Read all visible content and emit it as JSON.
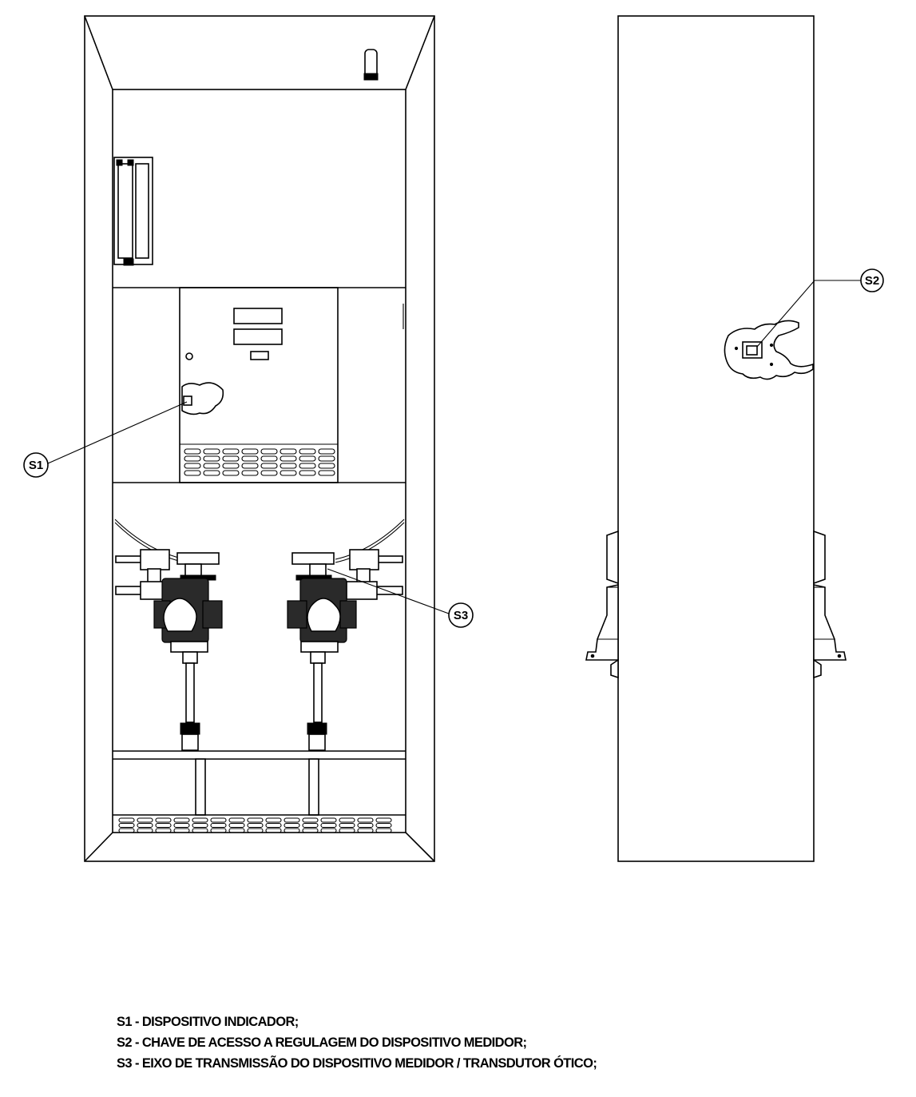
{
  "callouts": {
    "s1": "S1",
    "s2": "S2",
    "s3": "S3"
  },
  "legend": [
    {
      "text": "S1 - DISPOSITIVO INDICADOR;"
    },
    {
      "text": "S2 - CHAVE DE ACESSO A REGULAGEM DO DISPOSITIVO MEDIDOR;"
    },
    {
      "text": "S3 - EIXO DE TRANSMISSÃO DO DISPOSITIVO MEDIDOR / TRANSDUTOR ÓTICO;"
    }
  ]
}
